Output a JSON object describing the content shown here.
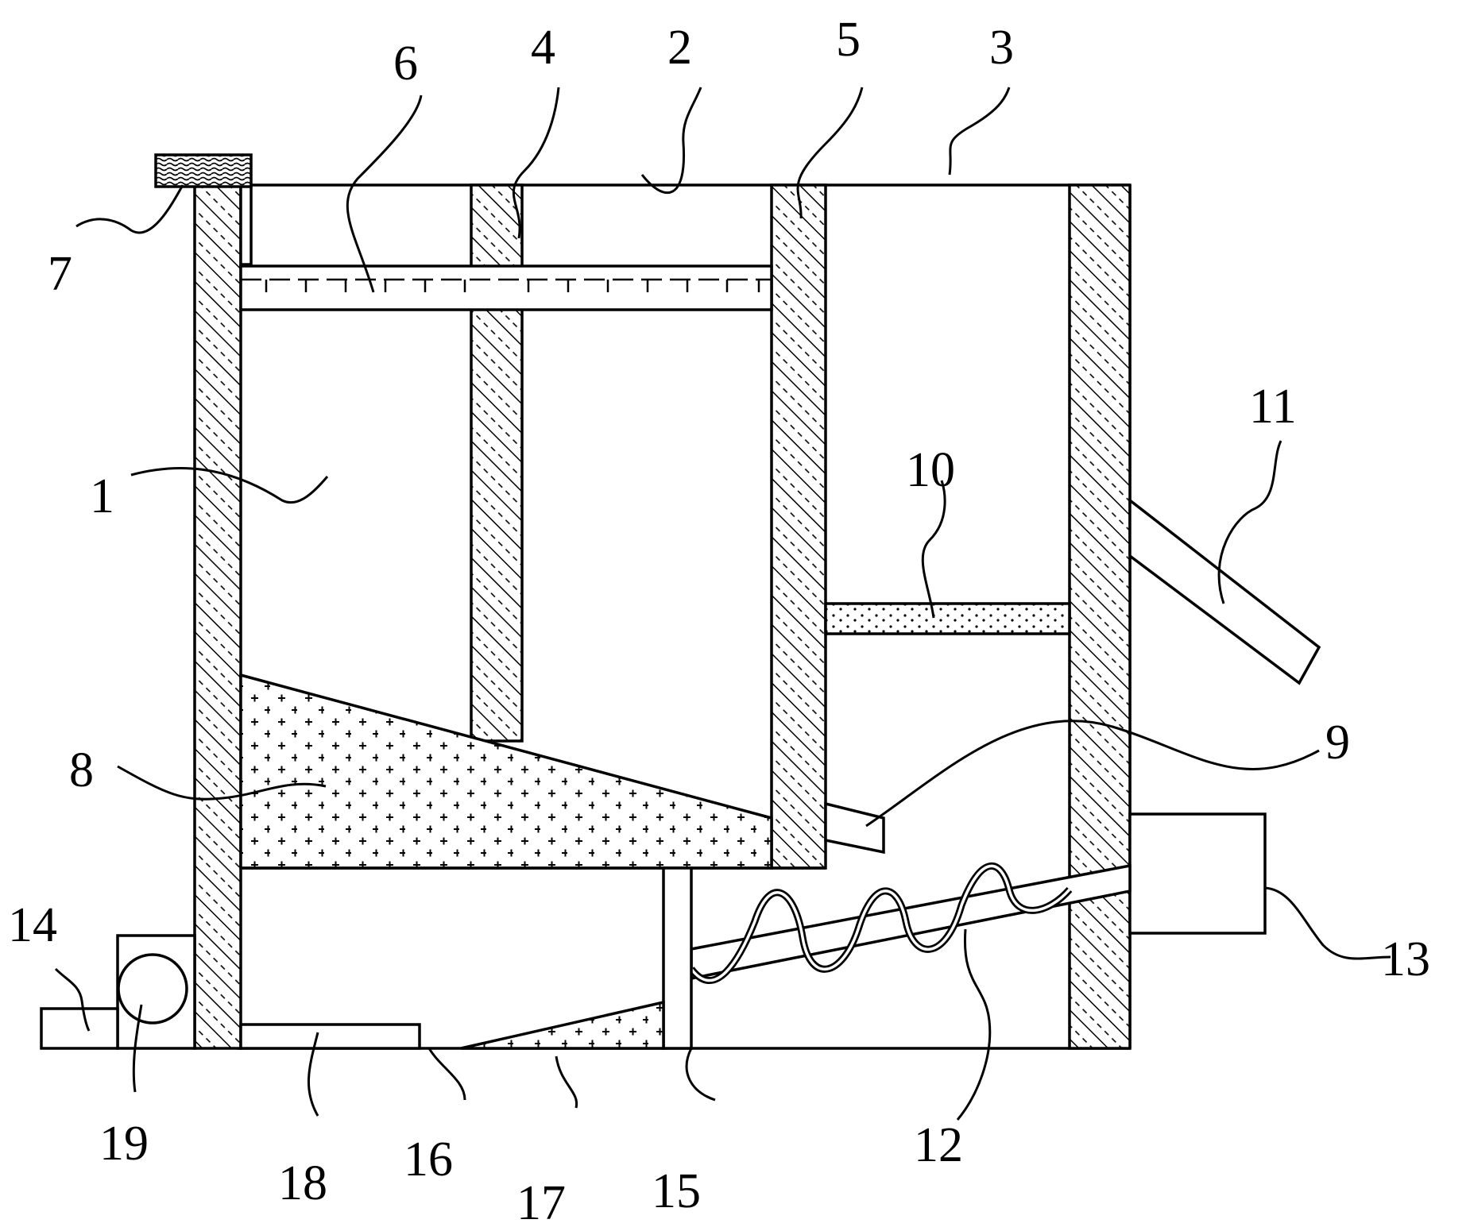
{
  "labels": {
    "l1": "1",
    "l2": "2",
    "l3": "3",
    "l4": "4",
    "l5": "5",
    "l6": "6",
    "l7": "7",
    "l8": "8",
    "l9": "9",
    "l10": "10",
    "l11": "11",
    "l12": "12",
    "l13": "13",
    "l14": "14",
    "l15": "15",
    "l16": "16",
    "l17": "17",
    "l18": "18",
    "l19": "19"
  }
}
